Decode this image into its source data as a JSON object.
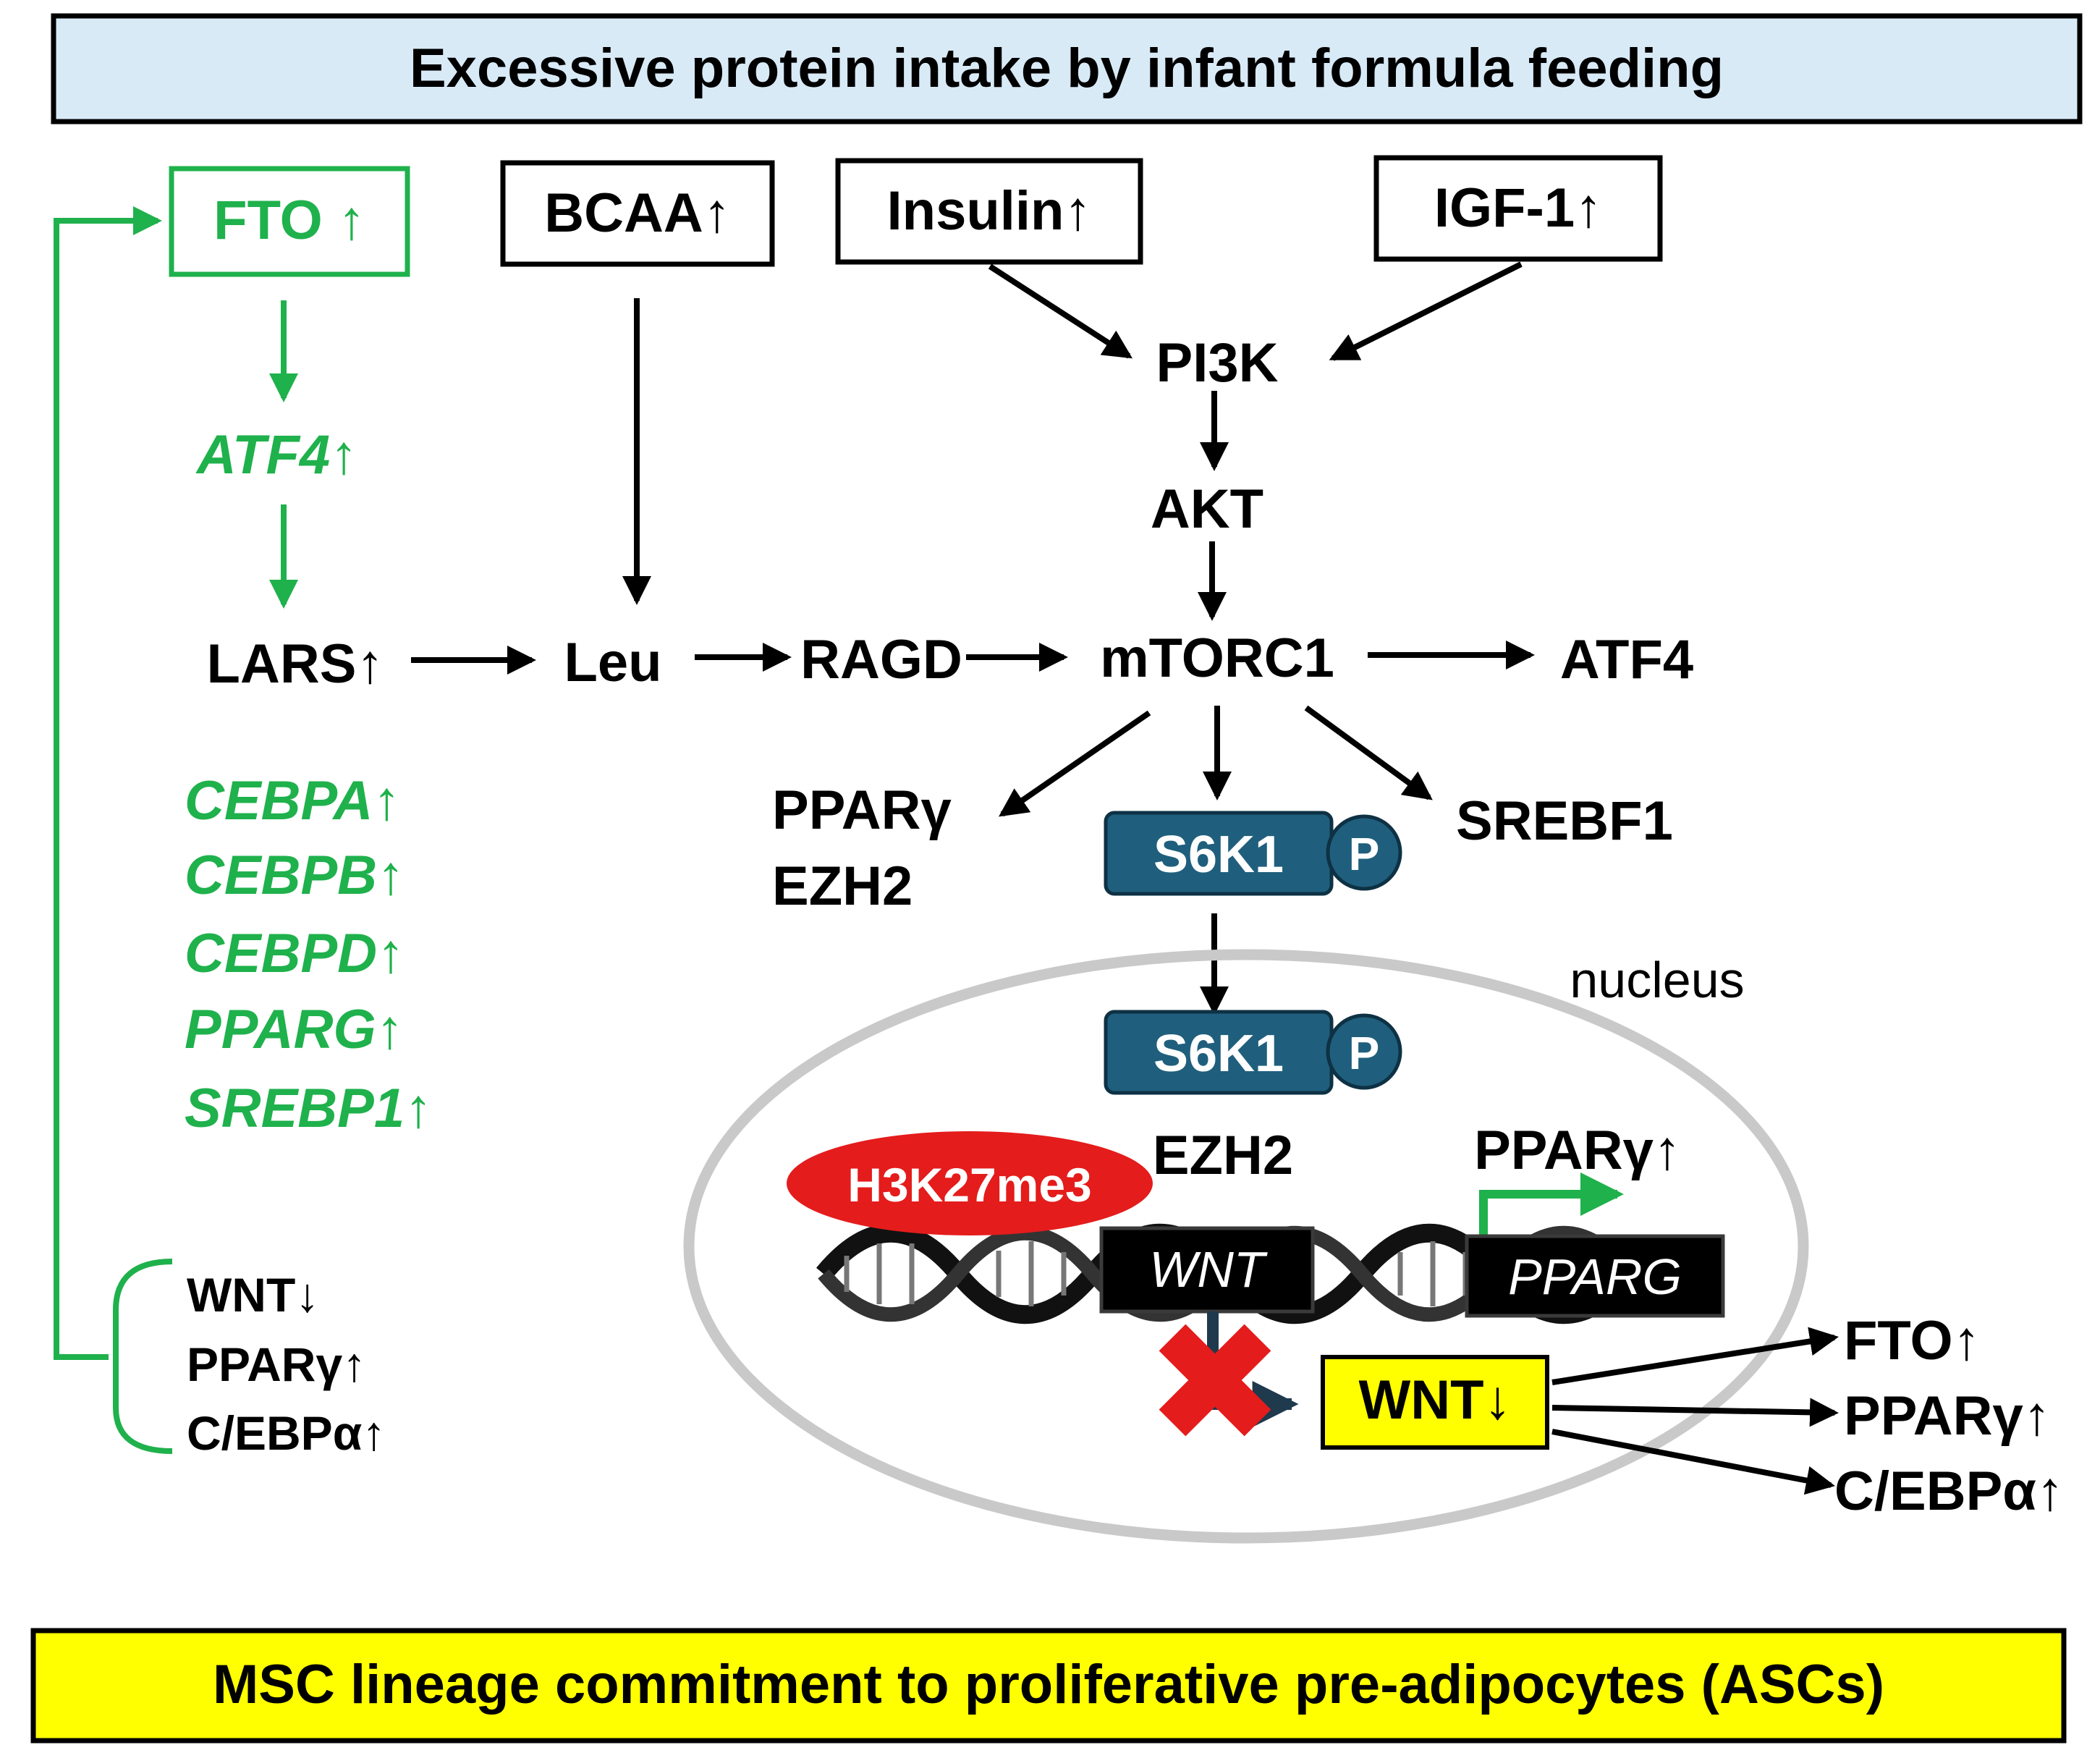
{
  "colors": {
    "black": "#000000",
    "green": "#1fb14c",
    "banner_top_fill": "#d9eaf7",
    "banner_bottom_fill": "#ffff00",
    "kinase_fill": "#1f5f7d",
    "mark_red": "#e41c1c",
    "nucleus_ring": "#c9c9c9",
    "wnt_box_fill": "#ffff00"
  },
  "header": {
    "title": "Excessive protein intake by infant formula feeding"
  },
  "footer": {
    "title": "MSC lineage commitment to proliferative pre-adipocytes (ASCs)"
  },
  "inputs": {
    "fto": "FTO ↑",
    "bcaa": "BCAA↑",
    "insulin": "Insulin↑",
    "igf1": "IGF-1↑"
  },
  "left_branch": {
    "atf4": "ATF4↑",
    "lars": "LARS↑",
    "genes": [
      "CEBPA↑",
      "CEBPB↑",
      "CEBPD↑",
      "PPARG↑",
      "SREBP1↑"
    ],
    "loop": [
      "WNT↓",
      "PPARγ↑",
      "C/EBPα↑"
    ]
  },
  "pathway": {
    "leu": "Leu",
    "ragd": "RAGD",
    "pi3k": "PI3K",
    "akt": "AKT",
    "mtorc1": "mTORC1",
    "atf4": "ATF4",
    "srebf1": "SREBF1",
    "pparg_ezh2": [
      "PPARγ",
      "EZH2"
    ],
    "s6k1": "S6K1",
    "phospho": "P"
  },
  "nucleus": {
    "label": "nucleus",
    "ezh2": "EZH2",
    "h3k27me3": "H3K27me3",
    "pparg_active": "PPARγ↑",
    "wnt_gene": "WNT",
    "pparg_gene": "PPARG",
    "wnt_box": "WNT↓"
  },
  "outputs": [
    "FTO↑",
    "PPARγ↑",
    "C/EBPα↑"
  ]
}
